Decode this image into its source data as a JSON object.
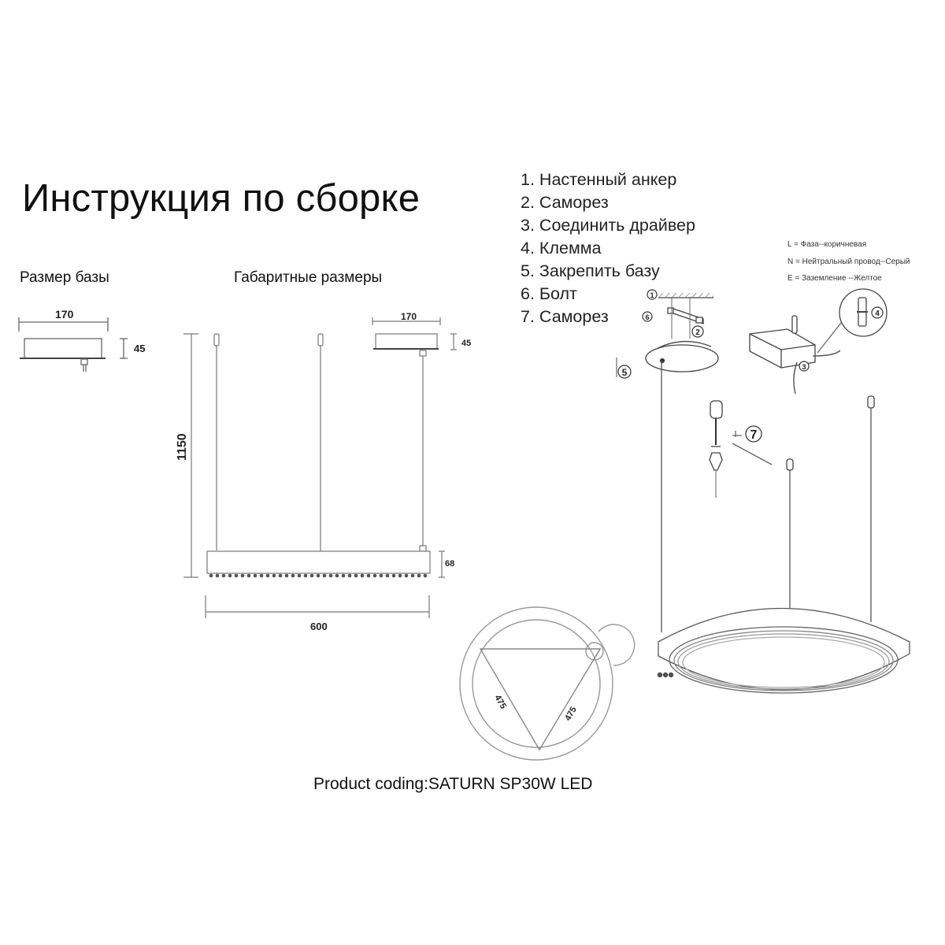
{
  "document": {
    "title": "Инструкция по сборке",
    "base_size_heading": "Размер базы",
    "overall_dimensions_heading": "Габаритные размеры",
    "product_coding": "Product coding:SATURN SP30W LED"
  },
  "assembly_steps": [
    {
      "num": "1.",
      "label": "Настенный анкер"
    },
    {
      "num": "2.",
      "label": "Саморез"
    },
    {
      "num": "3.",
      "label": "Соединить драйвер"
    },
    {
      "num": "4.",
      "label": "Клемма"
    },
    {
      "num": "5.",
      "label": "Закрепить базу"
    },
    {
      "num": "6.",
      "label": "Болт"
    },
    {
      "num": "7.",
      "label": "Саморез"
    }
  ],
  "wiring_legend": [
    "L = Фаза--коричневая",
    "N = Нейтральный провод--Серый",
    "E = Заземление --Желтое"
  ],
  "base_drawing": {
    "width": "170",
    "height": "45"
  },
  "overall_drawing": {
    "total_height": "1150",
    "length": "600",
    "body_height": "68",
    "canopy_width": "170",
    "canopy_height": "45"
  },
  "top_view": {
    "side_a": "475",
    "side_b": "475"
  },
  "callouts": [
    "1",
    "2",
    "3",
    "4",
    "5",
    "6",
    "7"
  ]
}
